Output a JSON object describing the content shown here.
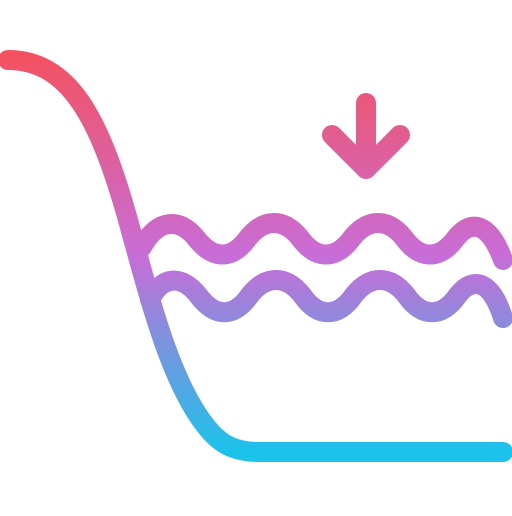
{
  "icon": {
    "name": "water-level-decrease-icon",
    "description_elements": [
      "slope-curve",
      "wave",
      "down-arrow"
    ]
  },
  "colors": {
    "gradient_top": "#f5515f",
    "gradient_mid": "#c86dd7",
    "gradient_bottom": "#1cc2ea",
    "background": "#ffffff"
  }
}
